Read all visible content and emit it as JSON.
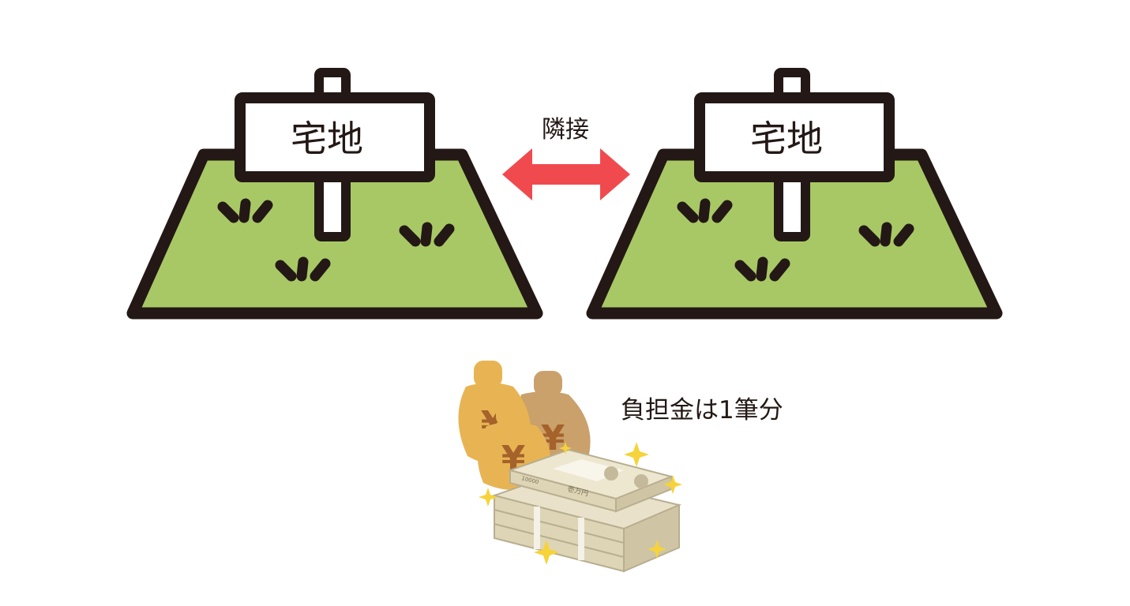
{
  "lots": [
    {
      "sign_text": "宅地"
    },
    {
      "sign_text": "宅地"
    }
  ],
  "adjacency": {
    "label": "隣接"
  },
  "money": {
    "label": "負担金は1筆分",
    "bag_symbol": "¥",
    "note_denomination": "10000",
    "note_text": "壱万円"
  },
  "colors": {
    "outline": "#231815",
    "grass": "#a8c865",
    "sign_board": "#ffffff",
    "arrow": "#f04a4f",
    "bag": "#e8b453",
    "bag_dark": "#caa06b",
    "yen": "#a5622a",
    "note": "#e9e1c9",
    "sparkle": "#f6d33a"
  }
}
